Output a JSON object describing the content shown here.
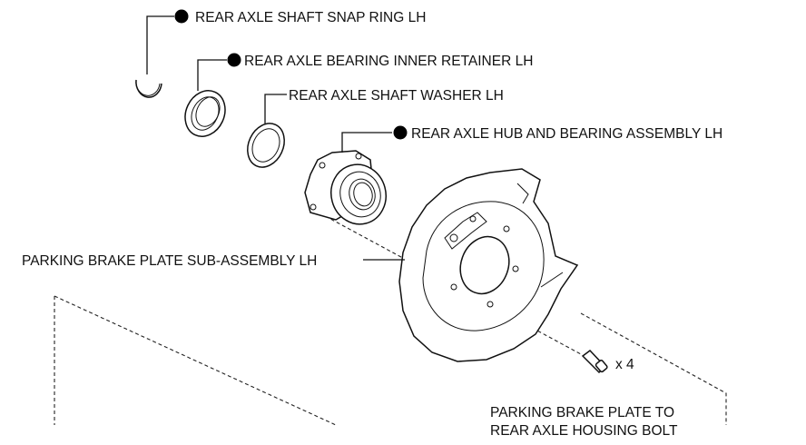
{
  "labels": {
    "snap_ring": "REAR AXLE SHAFT SNAP RING LH",
    "inner_retainer": "REAR AXLE BEARING INNER RETAINER LH",
    "washer": "REAR AXLE SHAFT WASHER LH",
    "hub_bearing": "REAR AXLE HUB AND BEARING ASSEMBLY LH",
    "brake_plate": "PARKING BRAKE PLATE SUB-ASSEMBLY LH",
    "bolt_line1": "PARKING BRAKE PLATE TO",
    "bolt_line2": "REAR AXLE HOUSING BOLT",
    "bolt_qty": "x 4"
  },
  "markers": {
    "non_reusable_dot": "filled-circle-icon",
    "color": "#000000"
  }
}
